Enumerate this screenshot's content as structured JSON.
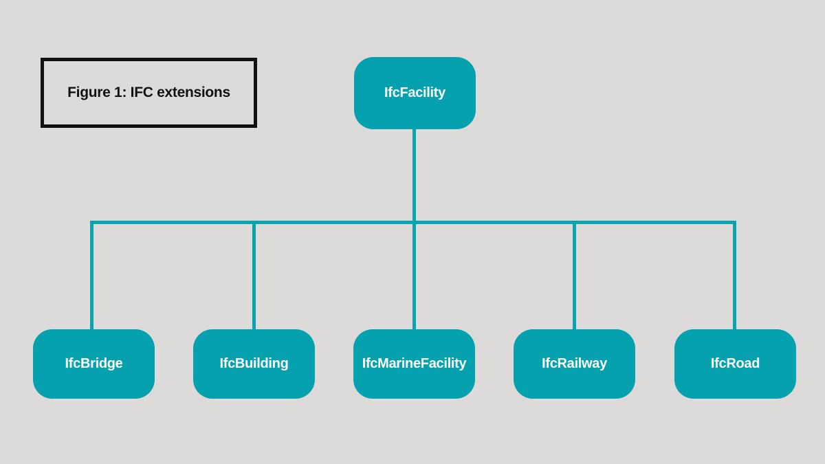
{
  "figure": {
    "caption": "Figure 1: IFC extensions"
  },
  "colors": {
    "background": "#dcdbd9",
    "node_fill": "#06a1ae",
    "connector": "#0aa3ae",
    "caption_border": "#111111",
    "caption_text": "#111111",
    "node_text": "#ffffff"
  },
  "diagram": {
    "type": "tree",
    "root": {
      "label": "IfcFacility"
    },
    "children": [
      {
        "label": "IfcBridge"
      },
      {
        "label": "IfcBuilding"
      },
      {
        "label": "IfcMarineFacility"
      },
      {
        "label": "IfcRailway"
      },
      {
        "label": "IfcRoad"
      }
    ]
  }
}
